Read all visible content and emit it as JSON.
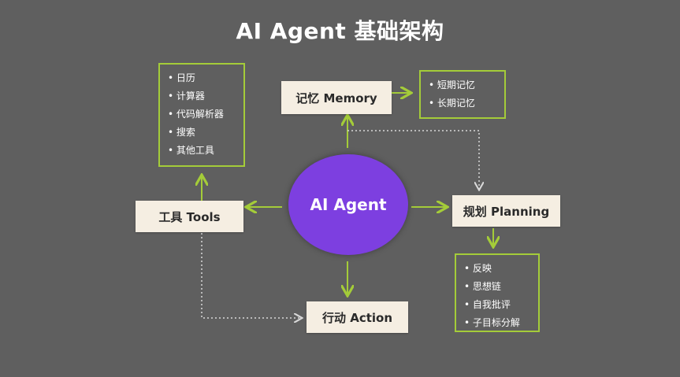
{
  "title": "AI Agent 基础架构",
  "center": "AI Agent",
  "memory": {
    "label": "记忆 Memory",
    "items": [
      "短期记忆",
      "长期记忆"
    ]
  },
  "tools": {
    "label": "工具 Tools",
    "items": [
      "日历",
      "计算器",
      "代码解析器",
      "搜索",
      "其他工具"
    ]
  },
  "planning": {
    "label": "规划 Planning",
    "items": [
      "反映",
      "思想链",
      "自我批评",
      "子目标分解"
    ]
  },
  "action": {
    "label": "行动 Action"
  },
  "colors": {
    "background": "#5f5f5f",
    "accent": "#a4cc39",
    "node": "#f5eee2",
    "agent": "#7d3fe0",
    "dotted": "#d8d8d8"
  }
}
